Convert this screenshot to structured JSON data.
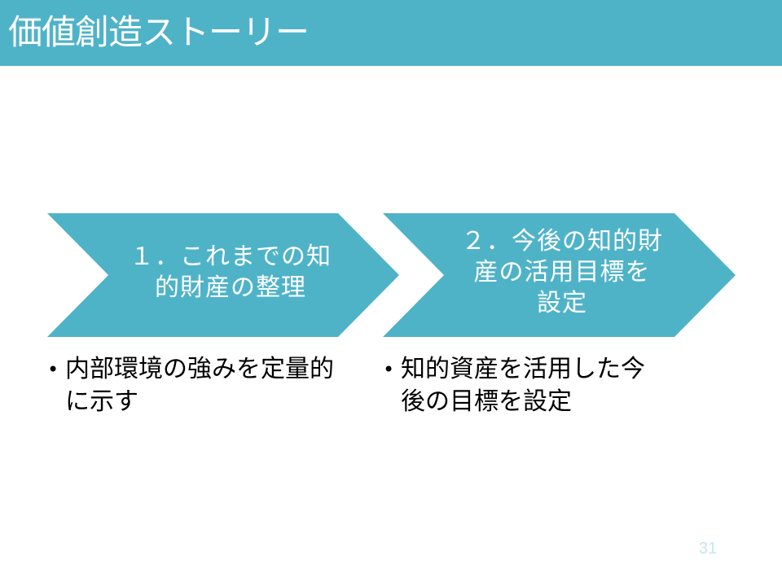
{
  "slide": {
    "title": "価値創造ストーリー",
    "page_number": "31"
  },
  "steps": [
    {
      "lines": [
        "１．これまでの知",
        "的財産の整理"
      ],
      "bullet": "内部環境の強みを定量的に示す"
    },
    {
      "lines": [
        "２．今後の知的財",
        "産の活用目標を",
        "設定"
      ],
      "bullet": "知的資産を活用した今後の目標を設定"
    }
  ],
  "colors": {
    "accent": "#4fb3c8",
    "text_on_accent": "#ffffff",
    "page_number": "#c8e5ec"
  }
}
